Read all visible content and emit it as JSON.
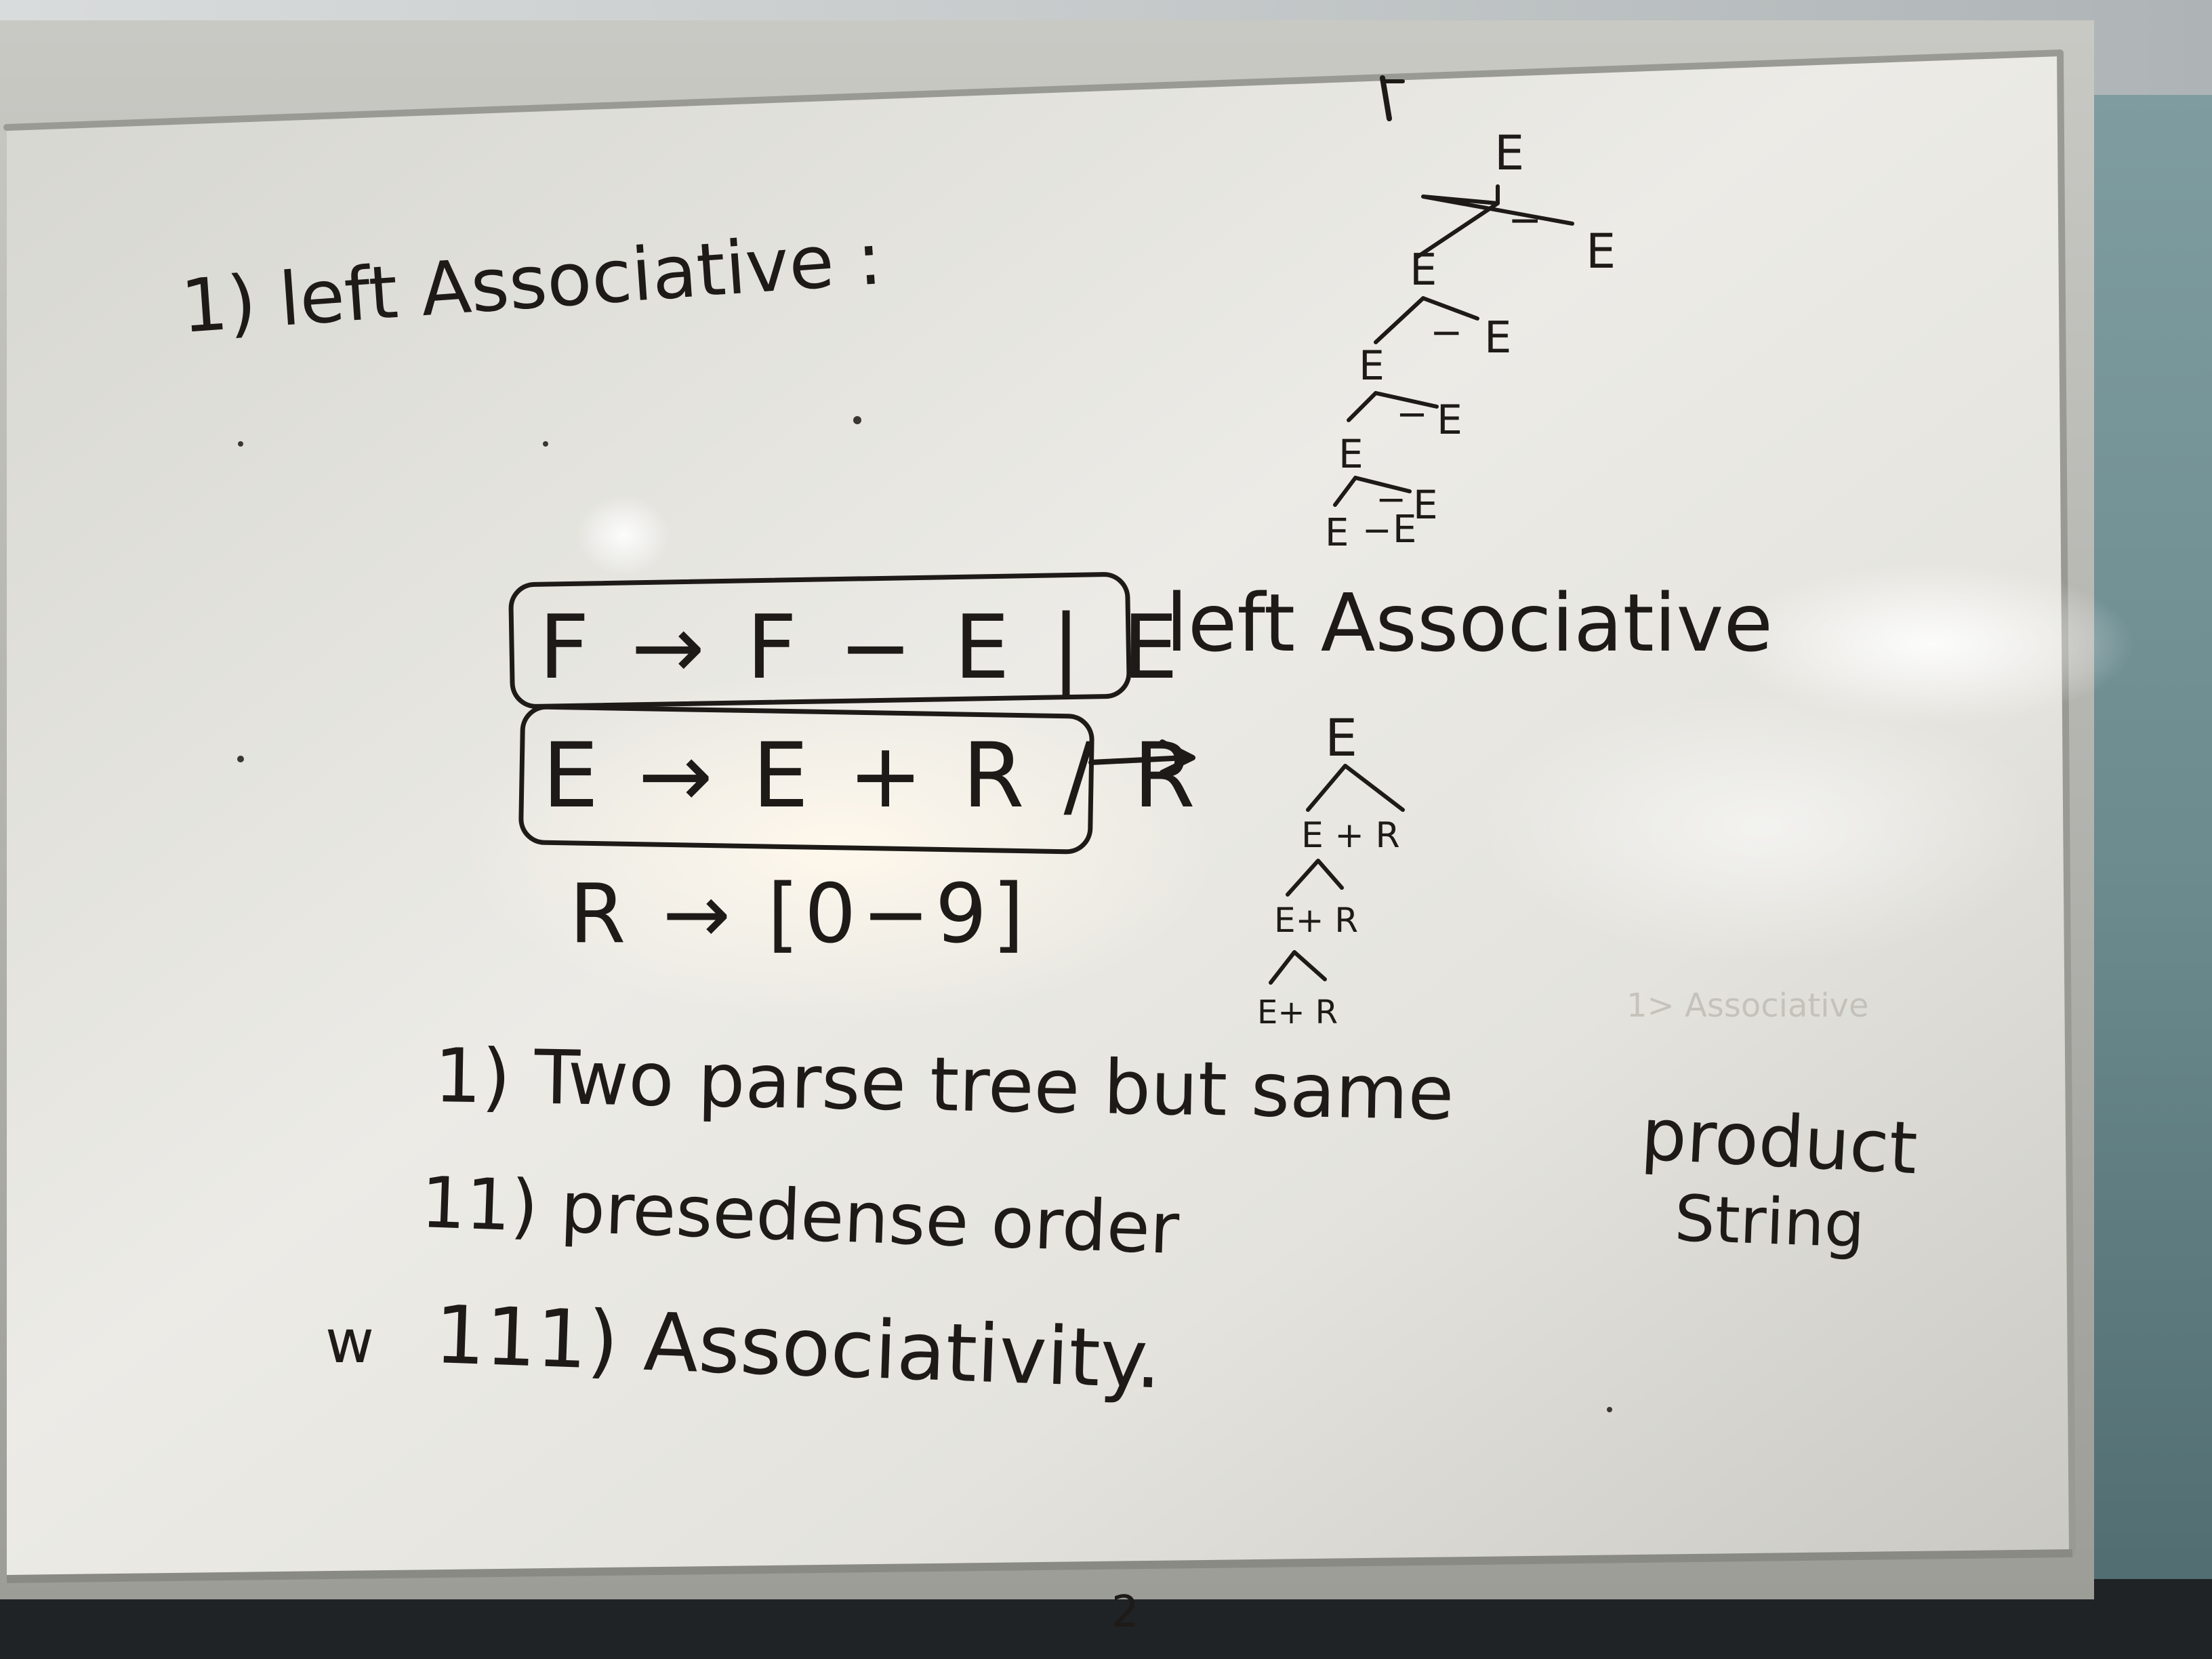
{
  "whiteboard": {
    "heading": "1) left Associative :",
    "boxed_rule": "F → F − E | E",
    "boxed_rule_note": "left Associative",
    "grammar": [
      "E → E + R / R",
      "R → [0−9]"
    ],
    "tree_top": {
      "nodes": [
        "E",
        "E",
        "E",
        "E",
        "E",
        "E",
        "E",
        "E",
        "E",
        "E"
      ],
      "operators": [
        "−",
        "−",
        "−",
        "−",
        "−"
      ]
    },
    "tree_bottom": {
      "root": "E",
      "levels": [
        "E + R",
        "E+ R",
        "E+ R"
      ]
    },
    "points": [
      "1) Two parse tree but same",
      "11) presedense order",
      "111) Associativity."
    ],
    "side_note": [
      "product",
      "String"
    ],
    "margin_mark": "w",
    "faded_text": "1> Associative",
    "bottom_mark": "2"
  },
  "colors": {
    "ink": "#1d1a17",
    "board": "#e9e8e2",
    "frame": "#b8b8b2"
  }
}
